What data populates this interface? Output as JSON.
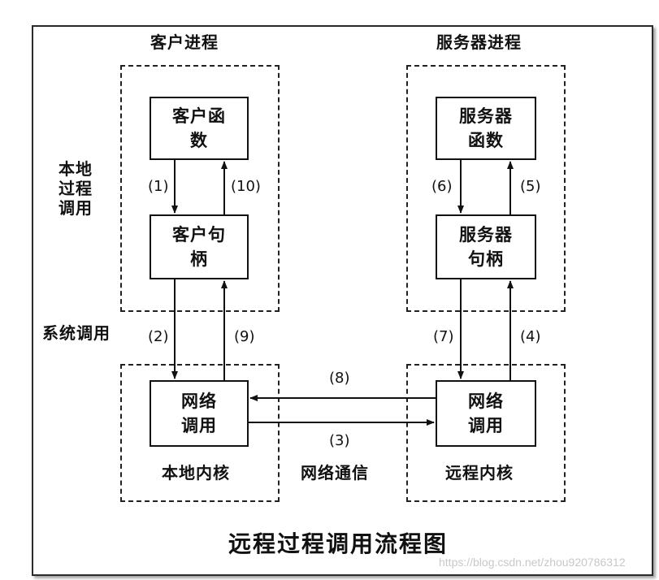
{
  "labels": {
    "client_process": "客户进程",
    "server_process": "服务器进程",
    "local_procedure_call": "本地\n过程\n调用",
    "system_call": "系统调用",
    "local_kernel": "本地内核",
    "network_comm": "网络通信",
    "remote_kernel": "远程内核"
  },
  "boxes": {
    "client_function": "客户函\n数",
    "client_stub": "客户句\n柄",
    "server_function": "服务器\n函数",
    "server_stub": "服务器\n句柄",
    "local_network_call": "网络\n调用",
    "remote_network_call": "网络\n调用"
  },
  "steps": {
    "s1": "(1)",
    "s2": "(2)",
    "s3": "(3)",
    "s4": "(4)",
    "s5": "(5)",
    "s6": "(6)",
    "s7": "(7)",
    "s8": "(8)",
    "s9": "(9)",
    "s10": "(10)"
  },
  "title": "远程过程调用流程图",
  "watermark": "https://blog.csdn.net/zhou920786312"
}
